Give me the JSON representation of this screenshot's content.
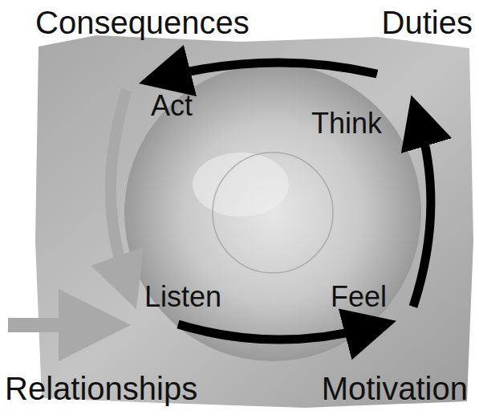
{
  "diagram": {
    "labels": [
      "Consequences",
      "Duties",
      "Act",
      "Think",
      "Listen",
      "Feel",
      "Relationships",
      "Motivation"
    ]
  }
}
